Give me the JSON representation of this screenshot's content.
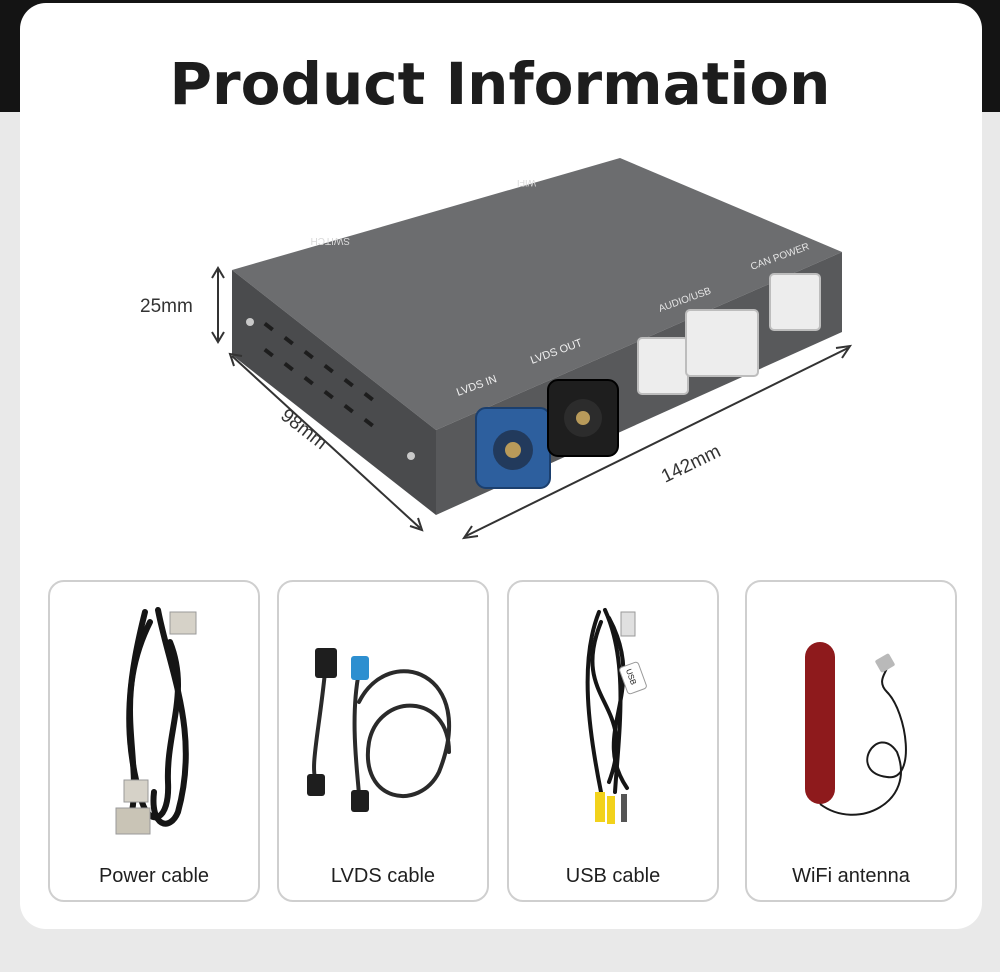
{
  "title": "Product Information",
  "dimensions": {
    "height": "25mm",
    "depth": "98mm",
    "width": "142mm"
  },
  "port_labels": {
    "switch": "SWITCH",
    "wifi": "WIFI",
    "can_power": "CAN POWER",
    "audio_usb": "AUDIO/USB",
    "lvds_in": "LVDS IN",
    "lvds_out": "LVDS OUT"
  },
  "usb_tag": "USB",
  "accessories": [
    {
      "label": "Power cable",
      "icon": "power-cable-icon"
    },
    {
      "label": "LVDS cable",
      "icon": "lvds-cable-icon"
    },
    {
      "label": "USB cable",
      "icon": "usb-cable-icon"
    },
    {
      "label": "WiFi antenna",
      "icon": "wifi-antenna-icon"
    }
  ],
  "colors": {
    "box_top": "#6c6d6f",
    "box_front": "#4a4b4d",
    "lvds_in_connector": "#2d5f9e",
    "lvds_out_connector": "#1e1e1e",
    "antenna": "#8e1a1c"
  }
}
